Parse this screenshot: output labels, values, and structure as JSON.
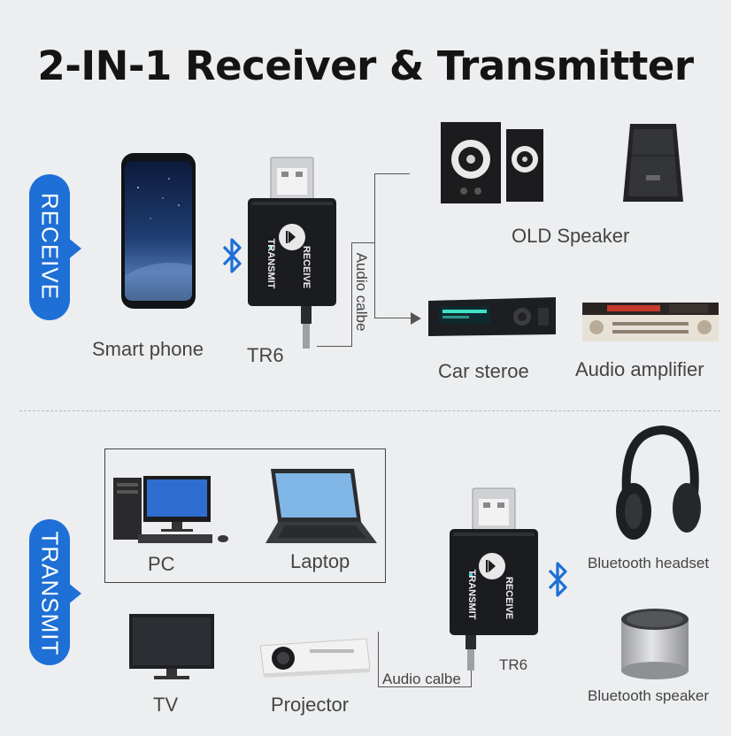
{
  "title": "2-IN-1 Receiver & Transmitter",
  "colors": {
    "accent": "#1e6fd6",
    "background": "#eceef0",
    "device_body": "#1b1c1f"
  },
  "receive": {
    "mode_label": "RECEIVE",
    "source_label": "Smart phone",
    "device_label": "TR6",
    "cable_label": "Audio calbe",
    "device_buttons": {
      "transmit": "TRANSMIT",
      "receive": "RECEIVE"
    },
    "outputs": [
      {
        "label": "OLD Speaker"
      },
      {
        "label": "Car steroe"
      },
      {
        "label": "Audio amplifier"
      }
    ]
  },
  "transmit": {
    "mode_label": "TRANSMIT",
    "device_label": "TR6",
    "cable_label": "Audio calbe",
    "device_buttons": {
      "transmit": "TRANSMIT",
      "receive": "RECEIVE"
    },
    "sources": [
      {
        "label": "PC"
      },
      {
        "label": "Laptop"
      },
      {
        "label": "TV"
      },
      {
        "label": "Projector"
      }
    ],
    "outputs": [
      {
        "label": "Bluetooth headset"
      },
      {
        "label": "Bluetooth speaker"
      }
    ]
  },
  "icons": [
    "bluetooth-icon",
    "play-pause-icon"
  ]
}
